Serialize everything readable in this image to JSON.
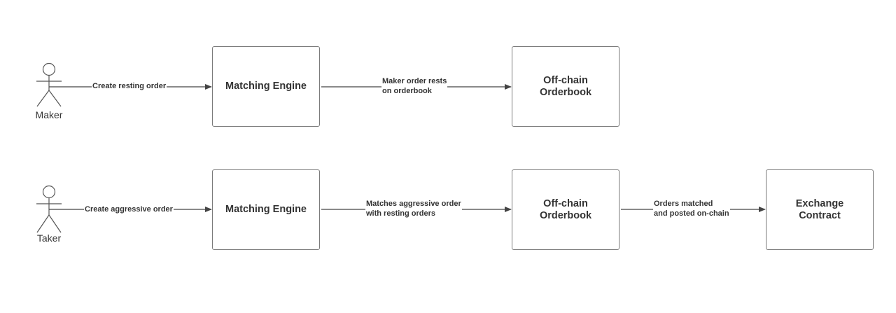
{
  "actors": {
    "maker": "Maker",
    "taker": "Taker"
  },
  "row1": {
    "edge_to_engine": "Create resting order",
    "engine": "Matching Engine",
    "edge_to_orderbook": "Maker order rests\non orderbook",
    "orderbook": "Off-chain\nOrderbook"
  },
  "row2": {
    "edge_to_engine": "Create aggressive order",
    "engine": "Matching Engine",
    "edge_to_orderbook": "Matches aggressive order\nwith resting orders",
    "orderbook": "Off-chain\nOrderbook",
    "edge_to_contract": "Orders matched\nand posted on-chain",
    "contract": "Exchange\nContract"
  },
  "colors": {
    "stroke": "#7a7a7a",
    "text": "#333333",
    "arrow": "#444444"
  }
}
